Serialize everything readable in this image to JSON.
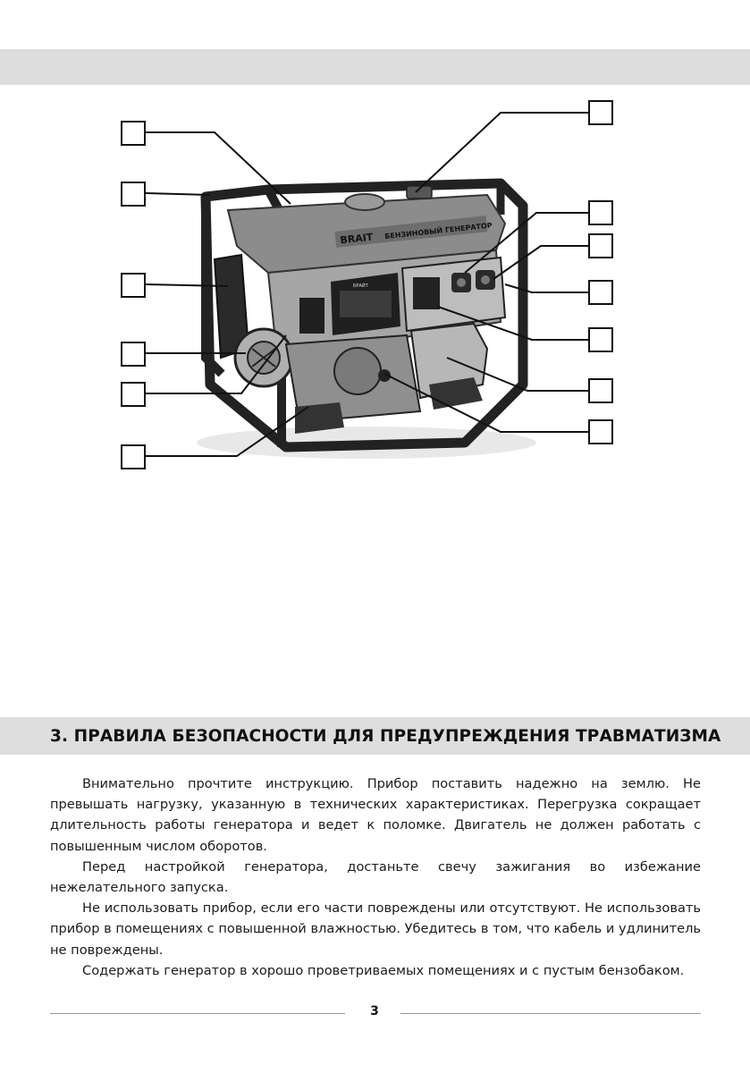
{
  "figure": {
    "product_brand": "BRAIT",
    "product_label": "БЕНЗИНОВЫЙ ГЕНЕРАТОР",
    "model_plate": "БРАЙТ"
  },
  "section": {
    "title": "3. ПРАВИЛА  БЕЗОПАСНОСТИ ДЛЯ ПРЕДУПРЕЖДЕНИЯ ТРАВМАТИЗМА"
  },
  "body": {
    "paragraphs": [
      "Внимательно прочтите инструкцию. Прибор поставить надежно на землю. Не превышать нагрузку, указанную в технических характеристиках. Перегрузка сокращает длительность работы генератора и ведет к поломке. Двигатель не должен работать с повышенным числом оборотов.",
      "Перед настройкой генератора, достаньте свечу зажигания во избежание нежелательного запуска.",
      "Не использовать прибор, если его части повреждены или отсутствуют. Не использовать прибор в помещениях с повышенной влажностью. Убедитесь в том, что кабель и удлинитель не повреждены.",
      "Содержать  генератор в хорошо проветриваемых помещениях и с пустым бензобаком."
    ]
  },
  "footer": {
    "page_number": "3"
  }
}
